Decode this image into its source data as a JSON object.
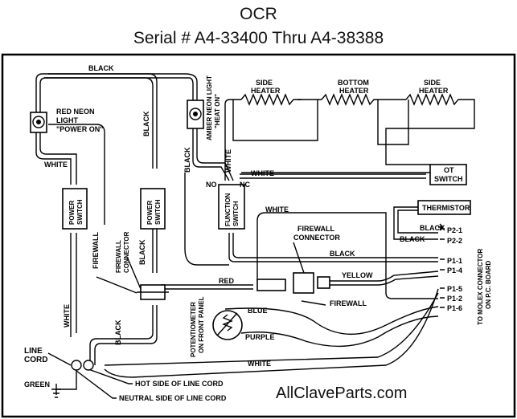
{
  "header": {
    "title": "OCR",
    "subtitle": "Serial # A4-33400 Thru A4-38388"
  },
  "watermark": "AllClaveParts.com",
  "components": {
    "red_neon": [
      "RED NEON",
      "LIGHT",
      "\"POWER ON\""
    ],
    "amber_neon": [
      "AMBER NEON LIGHT",
      "\"HEAT ON\""
    ],
    "power_switch_1": [
      "POWER",
      "SWITCH"
    ],
    "power_switch_2": [
      "POWER",
      "SWITCH"
    ],
    "function_switch": [
      "FUNCTION",
      "SWITCH"
    ],
    "side_heater_left": [
      "SIDE",
      "HEATER"
    ],
    "bottom_heater": [
      "BOTTOM",
      "HEATER"
    ],
    "side_heater_right": [
      "SIDE",
      "HEATER"
    ],
    "ot_switch": [
      "OT",
      "SWITCH"
    ],
    "thermistor": "THERMISTOR",
    "firewall_connector_left": [
      "FIREWALL",
      "CONNECTOR"
    ],
    "firewall_connector_right": [
      "FIREWALL",
      "CONNECTOR"
    ],
    "potentiometer": [
      "POTENTIOMETER",
      "ON FRONT PANEL"
    ],
    "line_cord": [
      "LINE",
      "CORD"
    ],
    "molex": [
      "TO MOLEX CONNECTOR",
      "ON P.C. BOARD"
    ]
  },
  "wire_labels": {
    "black_top": "BLACK",
    "black_mid": "BLACK",
    "black_amber": "BLACK",
    "black_fw": "BLACK",
    "black_lower": "BLACK",
    "white_left": "WHITE",
    "white_amber": "WHITE",
    "white_heater": "WHITE",
    "white_mid": "WHITE",
    "white_vertical": "WHITE",
    "white_bottom": "WHITE",
    "black_p1": "BLACK",
    "black_therm1": "BLACK",
    "black_therm2": "BLACK",
    "red": "RED",
    "yellow": "YELLOW",
    "blue": "BLUE",
    "purple": "PURPLE",
    "firewall_left": "FIREWALL",
    "firewall_right": "FIREWALL",
    "no": "NO",
    "nc": "NC",
    "green": "GREEN"
  },
  "pins": [
    "P2-1",
    "P2-2",
    "P1-1",
    "P1-4",
    "P1-5",
    "P1-2",
    "P1-6"
  ],
  "callouts": {
    "hot": "HOT SIDE OF LINE CORD",
    "neutral": "NEUTRAL SIDE OF LINE CORD"
  }
}
